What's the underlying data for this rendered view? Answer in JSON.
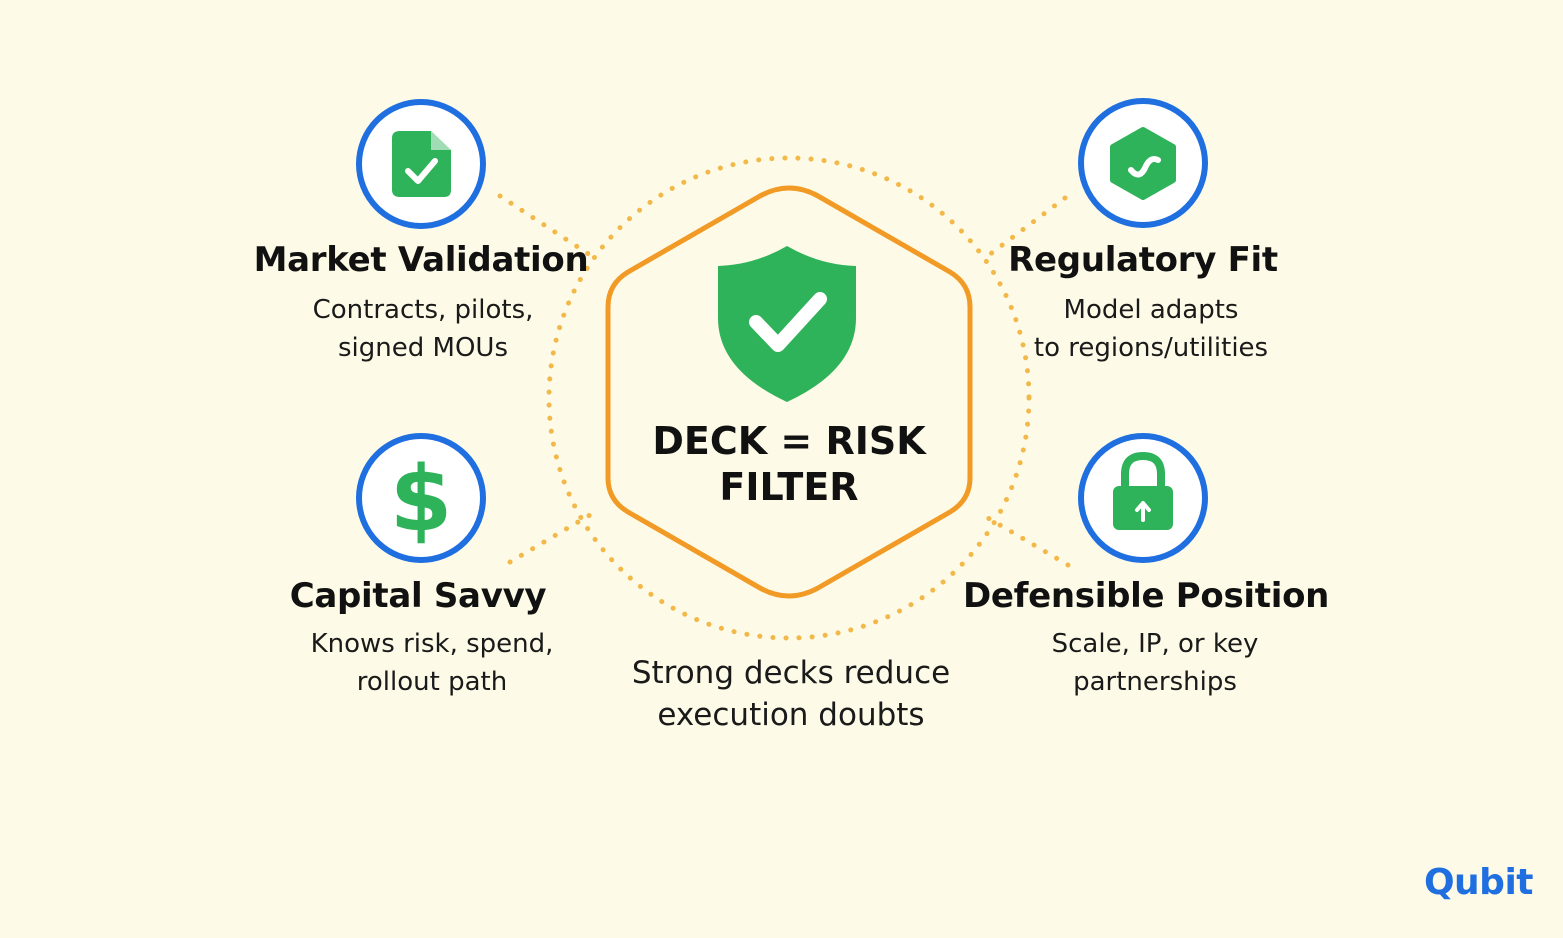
{
  "center": {
    "title_line1": "DECK = RISK",
    "title_line2": "FILTER",
    "icon": "shield-check-icon"
  },
  "nodes": [
    {
      "id": "market-validation",
      "title": "Market Validation",
      "desc_line1": "Contracts, pilots,",
      "desc_line2": "signed MOUs",
      "icon": "document-check-icon"
    },
    {
      "id": "regulatory-fit",
      "title": "Regulatory Fit",
      "desc_line1": "Model adapts",
      "desc_line2": "to regions/utilities",
      "icon": "hexagon-badge-icon"
    },
    {
      "id": "capital-savvy",
      "title": "Capital Savvy",
      "desc_line1": "Knows risk, spend,",
      "desc_line2": "rollout path",
      "icon": "dollar-icon"
    },
    {
      "id": "defensible-position",
      "title": "Defensible Position",
      "desc_line1": "Scale, IP, or key",
      "desc_line2": "partnerships",
      "icon": "lock-icon"
    }
  ],
  "footer": {
    "line1": "Strong decks reduce",
    "line2": "execution doubts"
  },
  "brand": {
    "logo_text": "Qubit"
  },
  "colors": {
    "background": "#fdfbe7",
    "circle_ring": "#1f6fe0",
    "icon_green": "#2fb35a",
    "hexagon": "#f29a26",
    "dots": "#f3b84a"
  }
}
